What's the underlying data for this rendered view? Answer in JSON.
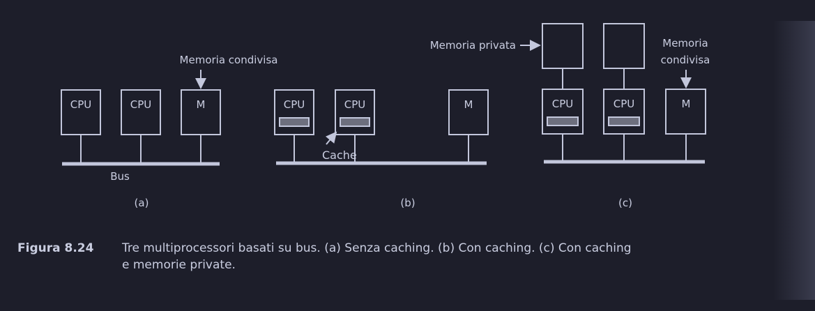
{
  "figure": {
    "a": {
      "shared_memory_label": "Memoria condivisa",
      "cpu": "CPU",
      "mem": "M",
      "bus": "Bus",
      "sub": "(a)"
    },
    "b": {
      "cpu": "CPU",
      "mem": "M",
      "cache": "Cache",
      "sub": "(b)"
    },
    "c": {
      "private_memory_label": "Memoria privata",
      "shared_label_1": "Memoria",
      "shared_label_2": "condivisa",
      "cpu": "CPU",
      "mem": "M",
      "sub": "(c)"
    }
  },
  "caption": {
    "number": "Figura 8.24",
    "line1": "Tre multiprocessori basati su bus. (a) Senza caching. (b) Con caching. (c) Con caching",
    "line2": "e memorie private."
  }
}
